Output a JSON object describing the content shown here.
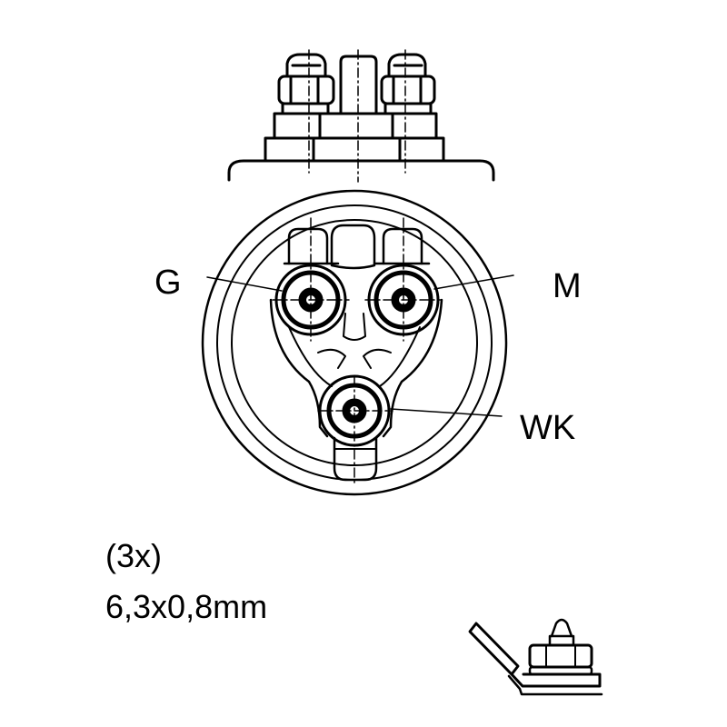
{
  "diagram": {
    "type": "compressor terminal block technical drawing",
    "views": [
      "side-view",
      "top-view",
      "connector-detail"
    ],
    "terminal_labels": {
      "g": "G",
      "m": "M",
      "wk": "WK"
    },
    "note": {
      "quantity": "(3x)",
      "dimension": "6,3x0,8mm"
    },
    "colors": {
      "line": "#000000",
      "background": "#ffffff"
    }
  }
}
